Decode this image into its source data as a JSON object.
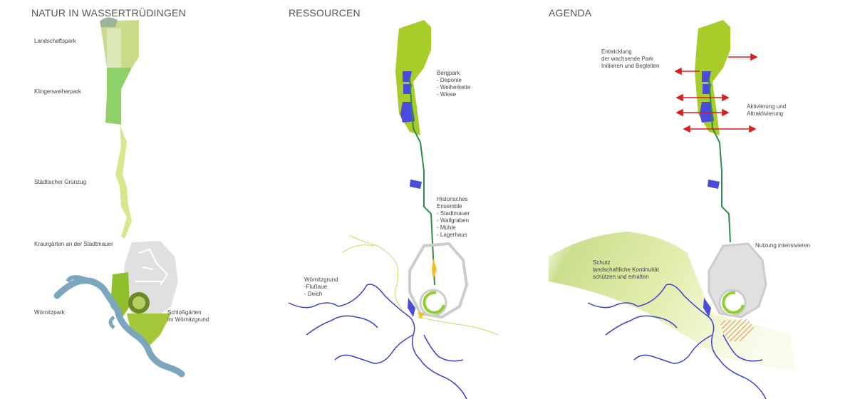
{
  "panels": {
    "natur": {
      "title": "NATUR IN WASSERTRÜDINGEN",
      "labels": {
        "landschaftspark": "Landschaftspark",
        "klingenweiherpark": "Klingenweiherpark",
        "gruenzug": "Städtischer Grünzug",
        "krautgaerten": "Kraurgärten an der Stadtmauer",
        "woernitzpark": "Wörnitzpark",
        "schlossgaerten": "Schloßgärten\nim Wörnitzgrund"
      }
    },
    "ressourcen": {
      "title": "RESSOURCEN",
      "labels": {
        "bergpark": "Bergpark\n- Deponie\n- Weiherkette\n- Wiese",
        "historisch": "Historisches\nEnsemble\n- Stadtmauer\n- Wallgraben\n- Mühle\n- Lagerhaus",
        "woernitzgrund": "Wörnitzgrund\n-Flußaue\n- Deich"
      }
    },
    "agenda": {
      "title": "AGENDA",
      "labels": {
        "entwicklung": "Entwicklung\nder wachsende Park\nInitiieren und Begleiten",
        "aktivierung": "Aktivierung und\nAttraktivierung",
        "nutzung": "Nutzung intensivieren",
        "schutz": "Schutz\nlandschaftliche Kontinuität\nschützen und erhalten"
      }
    }
  },
  "colors": {
    "lime": "#a8cc2a",
    "park_green": "#b8d468",
    "meadow": "#8fcf5a",
    "water_blue": "#7aa6bf",
    "river_blue": "#3a3fcf",
    "pond_blue": "#4a4adf",
    "town_gray": "#dddddd",
    "path_green": "#2e8a4a",
    "arrow_red": "#d81e1e",
    "hatch_orange": "#e0702a",
    "accent_yellow": "#f0c020"
  }
}
